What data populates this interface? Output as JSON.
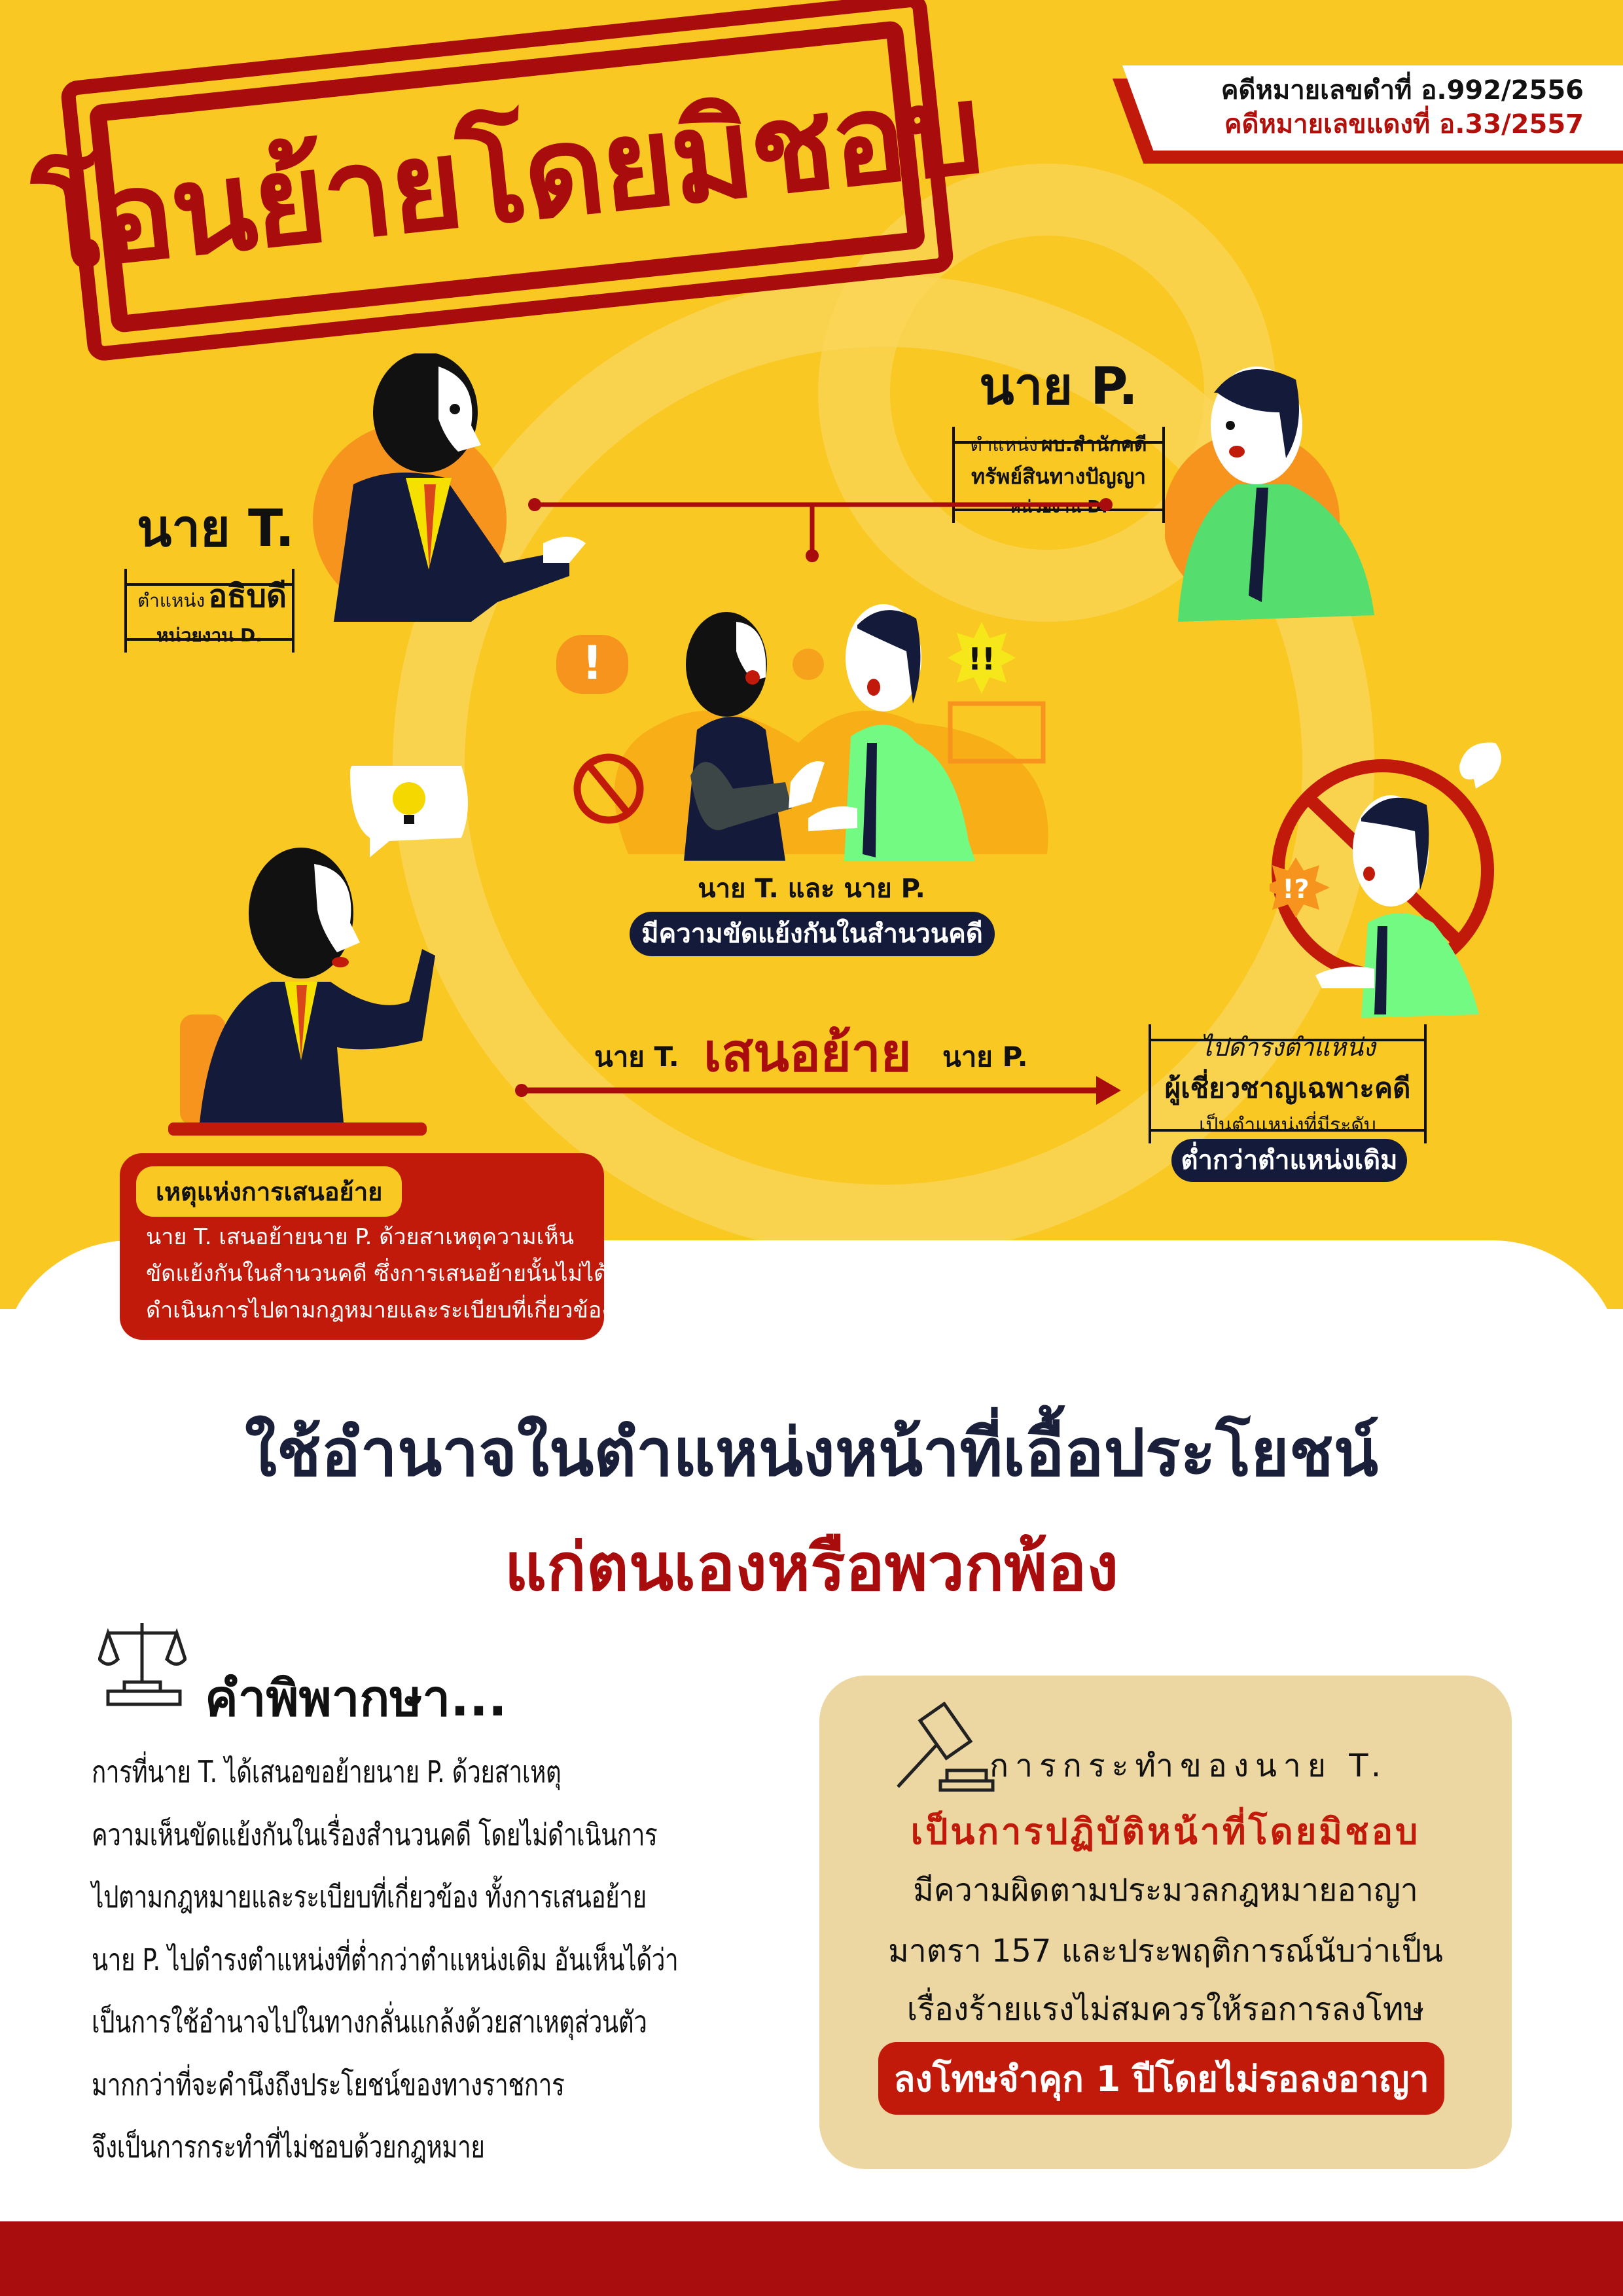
{
  "header": {
    "stamp_title": "โอนย้ายโดยมิชอบ",
    "black_case_no": "คดีหมายเลขดำที่ อ.992/2556",
    "red_case_no": "คดีหมายเลขแดงที่ อ.33/2557"
  },
  "person_t": {
    "name": "นาย T.",
    "position_label": "ตำแหน่ง",
    "position": "อธิบดี",
    "unit": "หน่วยงาน D."
  },
  "person_p": {
    "name": "นาย P.",
    "position_label": "ตำแหน่ง",
    "position_line1": "ผบ.สำนักคดี",
    "position_line2": "ทรัพย์สินทางปัญญา",
    "unit": "หน่วยงาน D."
  },
  "conflict": {
    "caption": "นาย T. และ นาย P.",
    "pill": "มีความขัดแย้งกันในสำนวนคดี",
    "exclaim": "!",
    "double_exclaim": "!!",
    "interrobang": "!?"
  },
  "transfer": {
    "from": "นาย T.",
    "action": "เสนอย้าย",
    "to": "นาย P."
  },
  "new_position": {
    "line1": "ไปดำรงตำแหน่ง",
    "line2": "ผู้เชี่ยวชาญเฉพาะคดี",
    "line3": "เป็นตำแหน่งที่มีระดับ",
    "pill": "ต่ำกว่าตำแหน่งเดิม"
  },
  "reason": {
    "heading": "เหตุแห่งการเสนอย้าย",
    "lines": [
      "นาย T. เสนอย้ายนาย P. ด้วยสาเหตุความเห็น",
      "ขัดแย้งกันในสำนวนคดี ซึ่งการเสนอย้ายนั้นไม่ได้",
      "ดำเนินการไปตามกฎหมายและระเบียบที่เกี่ยวข้อง"
    ]
  },
  "title": {
    "line1": "ใช้อำนาจในตำแหน่งหน้าที่เอื้อประโยชน์",
    "line2": "แก่ตนเองหรือพวกพ้อง"
  },
  "verdict": {
    "heading": "คำพิพากษา...",
    "lines": [
      "การที่นาย T. ได้เสนอขอย้ายนาย P. ด้วยสาเหตุ",
      "ความเห็นขัดแย้งกันในเรื่องสำนวนคดี โดยไม่ดำเนินการ",
      "ไปตามกฎหมายและระเบียบที่เกี่ยวข้อง ทั้งการเสนอย้าย",
      "นาย P. ไปดำรงตำแหน่งที่ต่ำกว่าตำแหน่งเดิม อันเห็นได้ว่า",
      "เป็นการใช้อำนาจไปในทางกลั่นแกล้งด้วยสาเหตุส่วนตัว",
      "มากกว่าที่จะคำนึงถึงประโยชน์ของทางราชการ",
      "จึงเป็นการกระทำที่ไม่ชอบด้วยกฎหมาย"
    ]
  },
  "ruling": {
    "line1": "การกระทำของนาย T.",
    "line2": "เป็นการปฏิบัติหน้าที่โดยมิชอบ",
    "line3": "มีความผิดตามประมวลกฎหมายอาญา",
    "line4": "มาตรา 157 และประพฤติการณ์นับว่าเป็น",
    "line5": "เรื่องร้ายแรงไม่สมควรให้รอการลงโทษ",
    "sentence": "ลงโทษจำคุก 1 ปีโดยไม่รอลงอาญา"
  },
  "colors": {
    "yellow": "#f9c822",
    "red": "#a80c0c",
    "navy": "#131a3a",
    "green": "#72fa82",
    "beige": "#ecd6a2"
  }
}
